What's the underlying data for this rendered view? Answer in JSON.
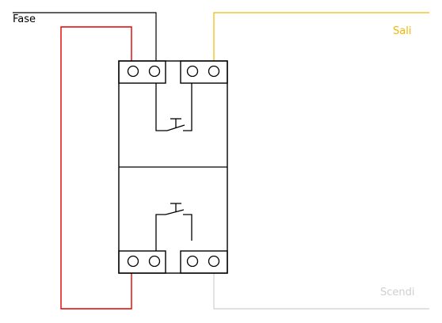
{
  "labels": {
    "fase": "Fase",
    "sali": "Sali",
    "scendi": "Scendi"
  },
  "colors": {
    "fase_wire": "#000000",
    "sali_wire": "#f2b600",
    "scendi_wire": "#cfcfcf",
    "bridge_wire": "#e00000",
    "device_outline": "#000000",
    "background": "#ffffff"
  },
  "components": [
    {
      "name": "upper-switch",
      "contact_state": "open",
      "terminals": 4
    },
    {
      "name": "lower-switch",
      "contact_state": "open",
      "terminals": 4
    }
  ]
}
